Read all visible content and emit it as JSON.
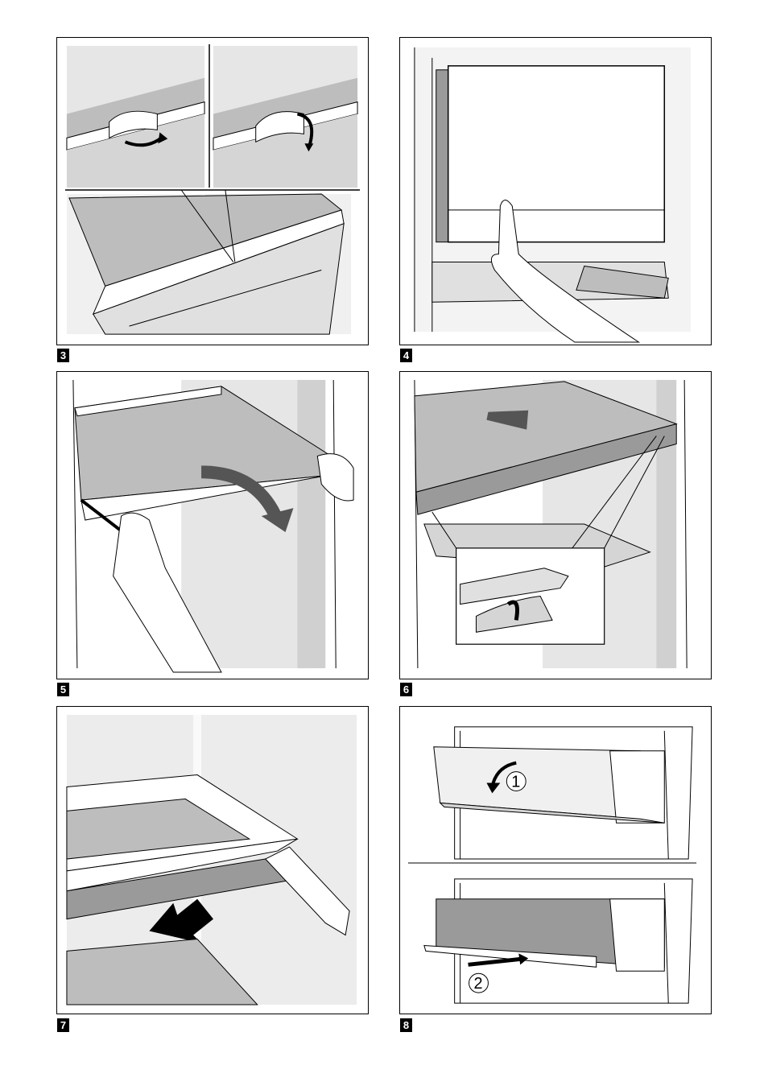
{
  "figures": [
    {
      "label": "3"
    },
    {
      "label": "4"
    },
    {
      "label": "5"
    },
    {
      "label": "6"
    },
    {
      "label": "7"
    },
    {
      "label": "8"
    }
  ],
  "figure8": {
    "step1": "1",
    "step2": "2"
  },
  "colors": {
    "line": "#000000",
    "wall": "#e6e6e6",
    "glass": "#bdbdbd",
    "glass_dark": "#9a9a9a",
    "metal": "#8c8c8c",
    "white": "#ffffff"
  }
}
